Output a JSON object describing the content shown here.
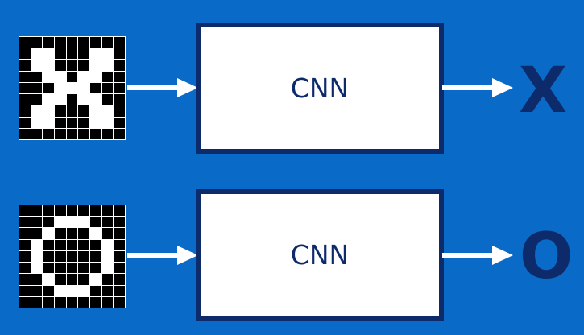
{
  "pipelines": [
    {
      "input_pattern": [
        [
          0,
          0,
          0,
          0,
          0,
          0,
          0,
          0,
          0
        ],
        [
          0,
          1,
          1,
          0,
          0,
          0,
          1,
          1,
          0
        ],
        [
          0,
          1,
          1,
          0,
          0,
          0,
          1,
          1,
          0
        ],
        [
          0,
          0,
          1,
          1,
          0,
          1,
          1,
          0,
          0
        ],
        [
          0,
          0,
          0,
          1,
          1,
          1,
          0,
          0,
          0
        ],
        [
          0,
          0,
          1,
          1,
          0,
          1,
          1,
          0,
          0
        ],
        [
          0,
          1,
          1,
          0,
          0,
          0,
          1,
          1,
          0
        ],
        [
          0,
          1,
          1,
          0,
          0,
          0,
          1,
          1,
          0
        ],
        [
          0,
          0,
          0,
          0,
          0,
          0,
          0,
          0,
          0
        ]
      ],
      "model_label": "CNN",
      "result": "X"
    },
    {
      "input_pattern": [
        [
          0,
          0,
          0,
          0,
          0,
          0,
          0,
          0,
          0
        ],
        [
          0,
          0,
          0,
          1,
          1,
          1,
          0,
          0,
          0
        ],
        [
          0,
          0,
          1,
          0,
          0,
          0,
          1,
          0,
          0
        ],
        [
          0,
          1,
          0,
          0,
          0,
          0,
          0,
          1,
          0
        ],
        [
          0,
          1,
          0,
          0,
          0,
          0,
          0,
          1,
          0
        ],
        [
          0,
          1,
          0,
          0,
          0,
          0,
          0,
          1,
          0
        ],
        [
          0,
          0,
          1,
          0,
          0,
          0,
          1,
          0,
          0
        ],
        [
          0,
          0,
          0,
          1,
          1,
          1,
          0,
          0,
          0
        ],
        [
          0,
          0,
          0,
          0,
          0,
          0,
          0,
          0,
          0
        ]
      ],
      "model_label": "CNN",
      "result": "O"
    }
  ],
  "colors": {
    "background": "#0a6ac8",
    "box_border": "#0d2a6b",
    "text": "#0d2a6b",
    "arrow": "#ffffff"
  }
}
